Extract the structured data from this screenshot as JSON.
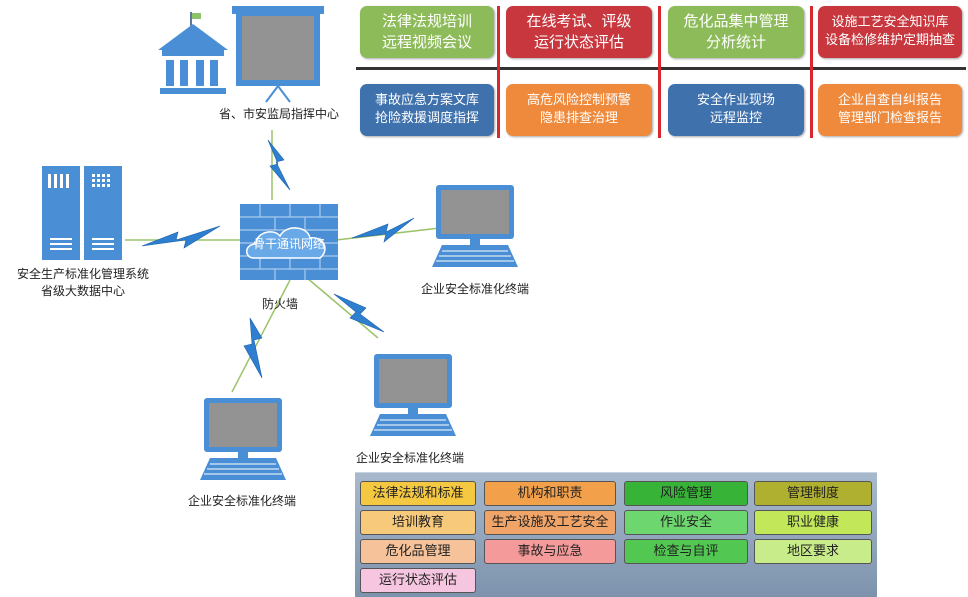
{
  "nodes": {
    "command_center": "省、市安监局指挥中心",
    "data_center_line1": "安全生产标准化管理系统",
    "data_center_line2": "省级大数据中心",
    "firewall": "防火墙",
    "network": "骨干通讯网络",
    "terminal_right": "企业安全标准化终端",
    "terminal_middle": "企业安全标准化终端",
    "terminal_bottom": "企业安全标准化终端"
  },
  "feature_tiles": [
    {
      "line1": "法律法规培训",
      "line2": "远程视频会议",
      "color": "#8dbb5a"
    },
    {
      "line1": "在线考试、评级",
      "line2": "运行状态评估",
      "color": "#c8373e"
    },
    {
      "line1": "危化品集中管理",
      "line2": "分析统计",
      "color": "#8dbb5a"
    },
    {
      "line1": "设施工艺安全知识库",
      "line2": "设备检修维护定期抽查",
      "color": "#c8373e"
    },
    {
      "line1": "事故应急方案文库",
      "line2": "抢险救援调度指挥",
      "color": "#3f71ad"
    },
    {
      "line1": "高危风险控制预警",
      "line2": "隐患排查治理",
      "color": "#ef8a3c"
    },
    {
      "line1": "安全作业现场",
      "line2": "远程监控",
      "color": "#3f71ad"
    },
    {
      "line1": "企业自查自纠报告",
      "line2": "管理部门检查报告",
      "color": "#ef8a3c"
    }
  ],
  "modules": [
    {
      "label": "法律法规和标准",
      "color": "#f5c842"
    },
    {
      "label": "机构和职责",
      "color": "#f2a14a"
    },
    {
      "label": "风险管理",
      "color": "#37b437"
    },
    {
      "label": "管理制度",
      "color": "#b0b030"
    },
    {
      "label": "培训教育",
      "color": "#f7c97a"
    },
    {
      "label": "生产设施及工艺安全",
      "color": "#f0a468"
    },
    {
      "label": "作业安全",
      "color": "#6ed66e"
    },
    {
      "label": "职业健康",
      "color": "#c2e85a"
    },
    {
      "label": "危化品管理",
      "color": "#f5c29a"
    },
    {
      "label": "事故与应急",
      "color": "#f59a9a"
    },
    {
      "label": "检查与自评",
      "color": "#52c852"
    },
    {
      "label": "地区要求",
      "color": "#c8ec8a"
    },
    {
      "label": "运行状态评估",
      "color": "#f6c6e0"
    }
  ]
}
